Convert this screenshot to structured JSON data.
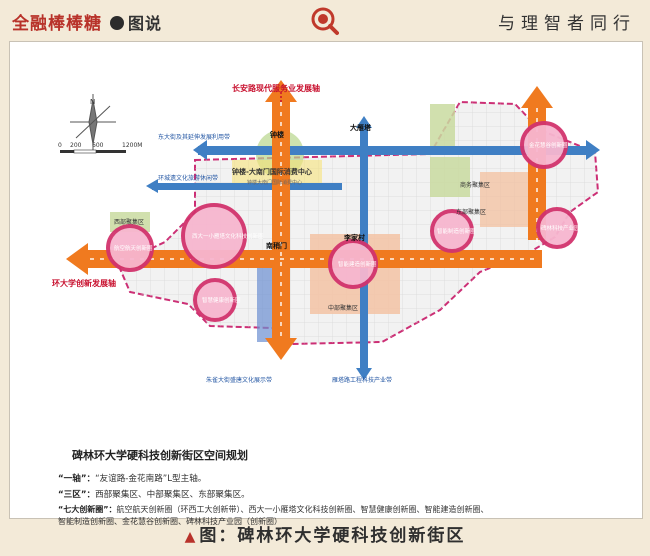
{
  "header": {
    "brand": "全融棒棒糖",
    "section": "图说",
    "slogan": "与理智者同行"
  },
  "map": {
    "axis_changan": "长安路现代服务业发展轴",
    "axis_university": "环大学创新发展轴",
    "corridor_east_avenue": "东大街及其延伸发展利用带",
    "corridor_ring_park": "环城遗文化旅游休闲带",
    "corridor_zhuque": "朱雀大街盛唐文化展示带",
    "corridor_yanta_industry": "雁塔路工程科技产业带",
    "label_bell_tower": "钟楼",
    "label_big_goose": "大雁塔",
    "label_south_gate": "南稍门",
    "label_lixiang": "李家村",
    "cbd_label": "钟楼-大南门国际消费中心",
    "cbd_sub": "钟楼大南门国际消费中心",
    "circle_aerospace": "航空航天创新圈",
    "circle_west": "西大一小雁塔文化科技创新圈",
    "circle_smart_health": "智慧健康创新圈",
    "circle_smart_build": "智能建造创新圈",
    "circle_smart_mfg": "智能制造创新圈",
    "circle_golden": "金花慧谷创新圈",
    "circle_industry_park": "碑林科技产业园",
    "zone_west": "西部聚集区",
    "zone_central": "中部聚集区",
    "zone_east": "东部聚集区",
    "zone_commerce": "商务聚集区",
    "scale_labels": [
      "0",
      "200",
      "600",
      "1200M"
    ],
    "north": "N"
  },
  "legend": {
    "title": "碑林环大学硬科技创新街区空间规划",
    "line1_key": "“一轴”：",
    "line1_text": "“友谊路-金花南路”L型主轴。",
    "line2_key": "“三区”：",
    "line2_text": "西部聚集区、中部聚集区、东部聚集区。",
    "line3_key": "“七大创新圈”：",
    "line3_text": "航空航天创新圈（环西工大创新带）、西大一小雁塔文化科技创新圈、智慧健康创新圈、智能建造创新圈、",
    "line4_text": "智能制造创新圈、金花慧谷创新圈、碑林科技产业园（创新圈）"
  },
  "caption": {
    "marker": "▲",
    "text": "图：碑林环大学硬科技创新街区"
  },
  "colors": {
    "orange": "#f07a1f",
    "blue": "#3f7fc4",
    "magenta": "#d2336d",
    "red_text": "#c8102e"
  }
}
